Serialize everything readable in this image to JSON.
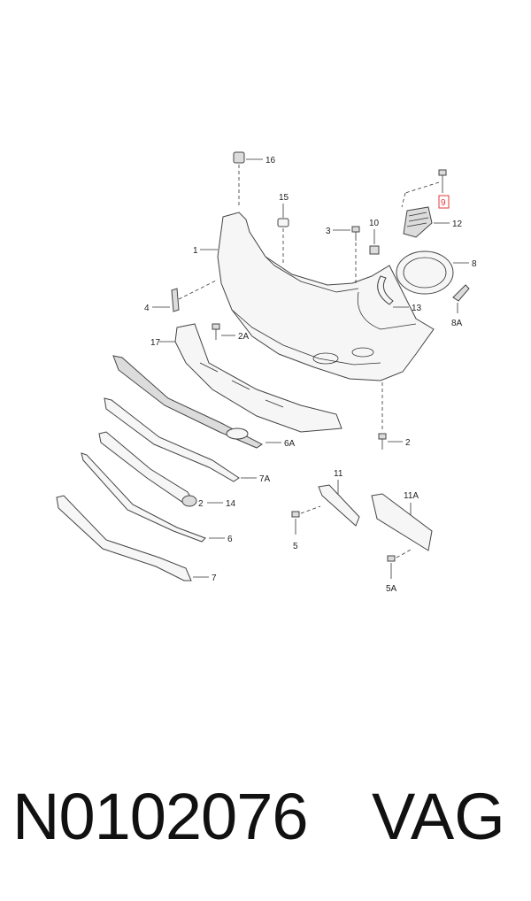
{
  "labels": {
    "c16": "16",
    "c15": "15",
    "c1": "1",
    "c3": "3",
    "c10": "10",
    "c9": "9",
    "c12": "12",
    "c8": "8",
    "c8a": "8A",
    "c13": "13",
    "c4": "4",
    "c17": "17",
    "c2a": "2A",
    "c6a": "6A",
    "c2": "2",
    "c7a": "7A",
    "c14": "14",
    "c6": "6",
    "c7": "7",
    "c11": "11",
    "c11a": "11A",
    "c5": "5",
    "c5a": "5A"
  },
  "footer": {
    "part_number": "N0102076",
    "brand": "VAG"
  },
  "colors": {
    "highlight": "#e0383b",
    "line": "#333333"
  }
}
